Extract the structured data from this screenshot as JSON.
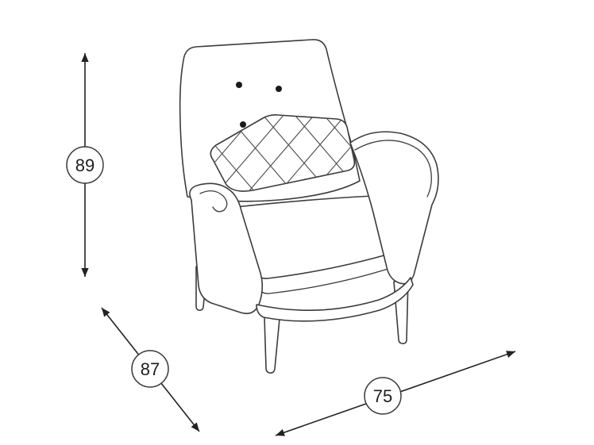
{
  "diagram": {
    "dimensions": {
      "height": {
        "label": "89"
      },
      "depth": {
        "label": "87"
      },
      "width": {
        "label": "75"
      }
    },
    "colors": {
      "line": "#3c3c3c",
      "background": "#ffffff",
      "label_text": "#1e1e1e"
    }
  }
}
